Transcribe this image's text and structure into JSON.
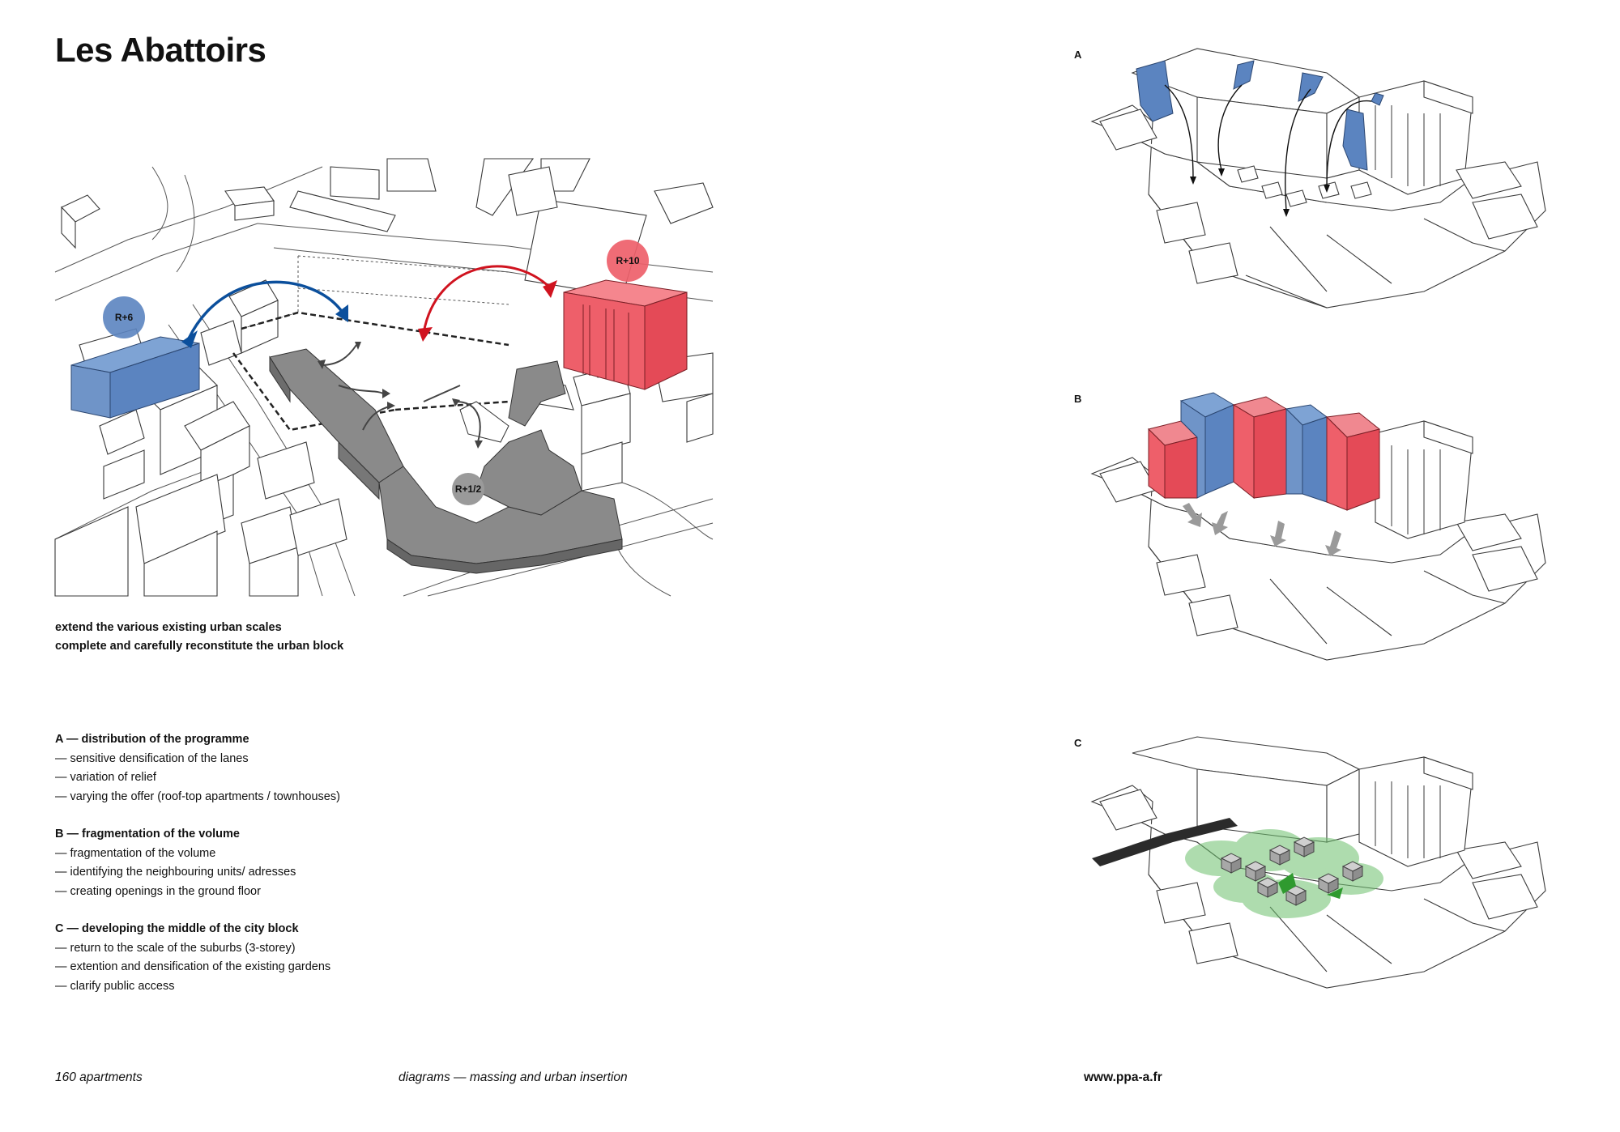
{
  "page": {
    "title": "Les Abattoirs",
    "intro": [
      "extend the various existing urban scales",
      "complete and carefully reconstitute the urban block"
    ],
    "sections": [
      {
        "head": "A — distribution of the programme",
        "items": [
          "— sensitive densification of the lanes",
          "— variation of relief",
          "— varying the offer (roof-top apartments / townhouses)"
        ]
      },
      {
        "head": "B — fragmentation of the volume",
        "items": [
          "— fragmentation of the volume",
          "— identifying the neighbouring units/ adresses",
          "— creating openings in the ground floor"
        ]
      },
      {
        "head": "C — developing the middle of the city block",
        "items": [
          "— return to the scale of the suburbs (3-storey)",
          "— extention and densification of the existing gardens",
          "— clarify public access"
        ]
      }
    ],
    "footer": {
      "left": "160 apartments",
      "center": "diagrams — massing and urban insertion",
      "right": "www.ppa-a.fr"
    }
  },
  "main_diagram": {
    "tags": {
      "blue": "R+6",
      "red": "R+10",
      "grey": "R+1/2"
    }
  },
  "diagrams": {
    "a": "A",
    "b": "B",
    "c": "C"
  },
  "colors": {
    "blue": "#5b84c0",
    "red": "#ee5f6a",
    "grey": "#888888",
    "green": "#4caf4c",
    "arrow_blue": "#0b4f9c",
    "arrow_red": "#d0131f"
  }
}
